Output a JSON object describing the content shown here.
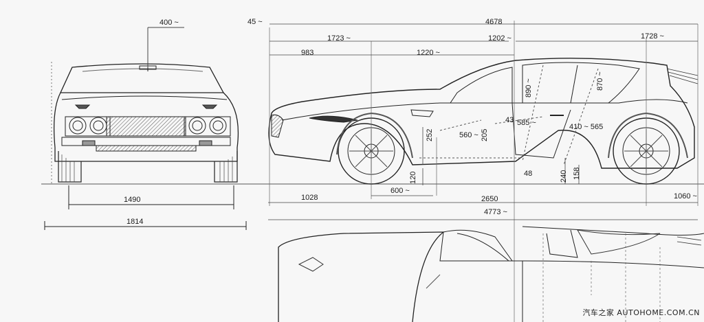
{
  "dimensions": {
    "front_top_400": "400",
    "front_track_1490": "1490",
    "front_width_1814": "1814",
    "side_45": "45",
    "side_1723": "1723",
    "side_983": "983",
    "side_1220": "1220",
    "side_4678": "4678",
    "side_1202": "1202",
    "side_1728": "1728",
    "side_890": "890",
    "side_870": "870",
    "side_43": "43",
    "side_585": "585",
    "side_410_565": "410 ~ 565",
    "side_560": "560",
    "side_205": "205",
    "side_252": "252",
    "side_120": "120",
    "side_600": "600",
    "side_1028": "1028",
    "side_2650": "2650",
    "side_1060": "1060",
    "side_4773": "4773",
    "side_48": "48",
    "side_240": "240",
    "side_158": "158",
    "tilde": "~"
  },
  "watermark": "汽车之家 AUTOHOME.COM.CN"
}
